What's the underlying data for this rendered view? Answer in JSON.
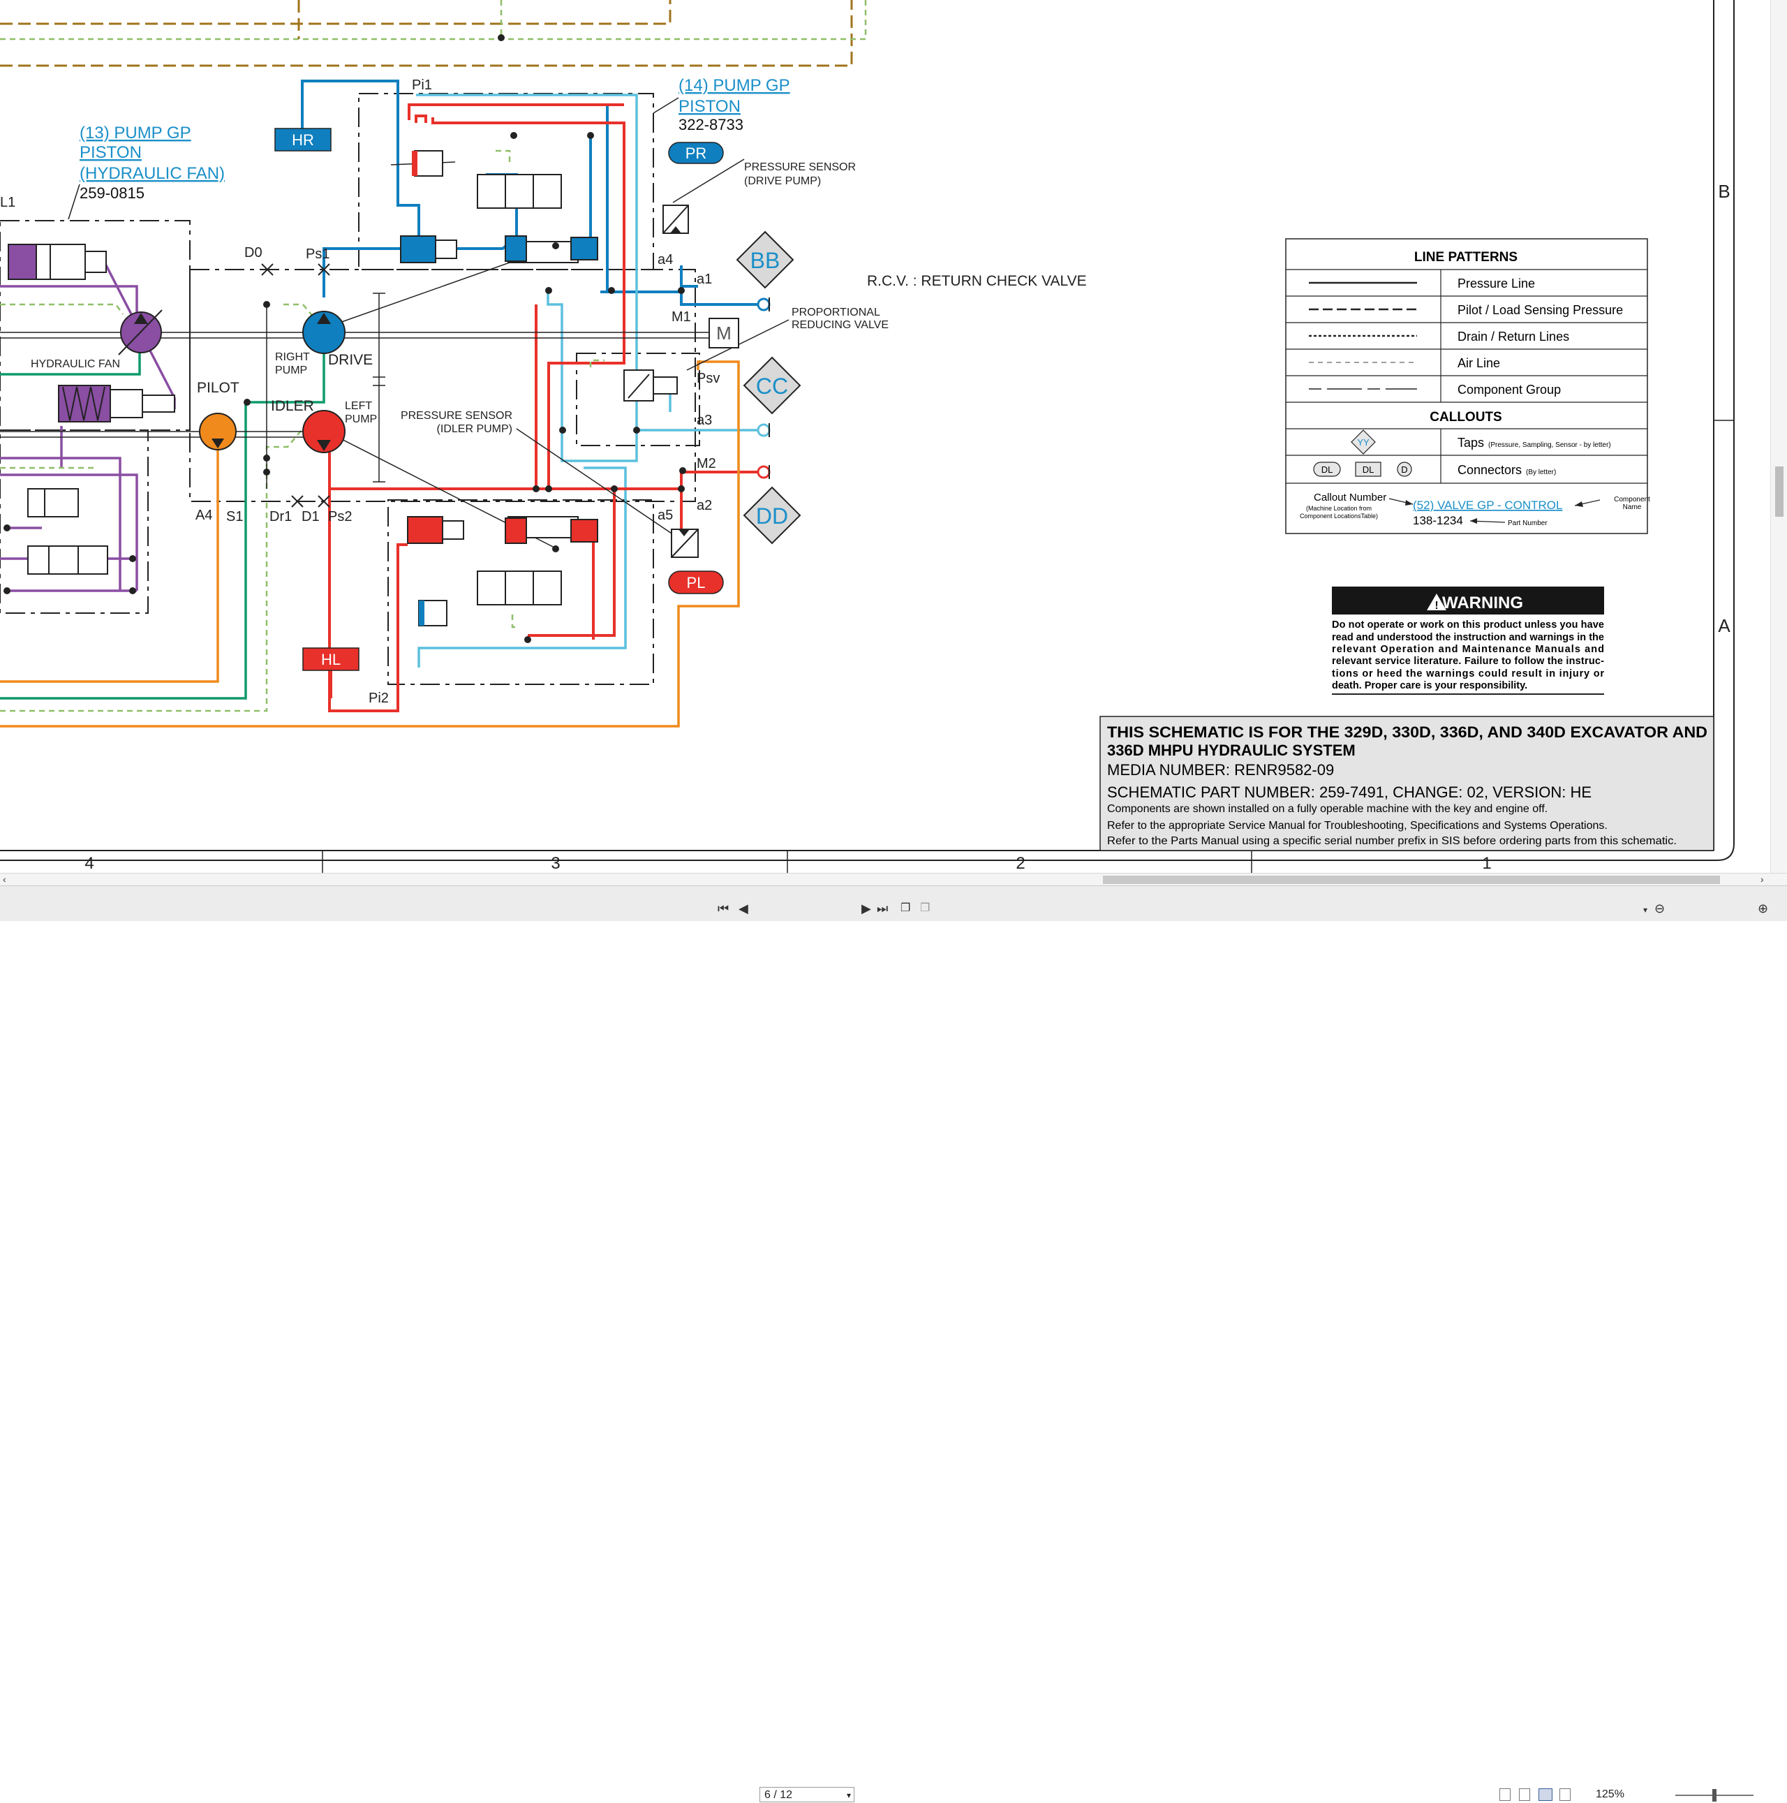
{
  "schematic": {
    "callouts": {
      "pump13": {
        "line1": "(13) PUMP GP",
        "line2": "PISTON",
        "line3": "(HYDRAULIC FAN)",
        "part": "259-0815"
      },
      "pump14": {
        "line1": "(14) PUMP GP",
        "line2": "PISTON",
        "part": "322-8733"
      }
    },
    "labels": {
      "hr": "HR",
      "hl": "HL",
      "pr": "PR",
      "pl": "PL",
      "bb": "BB",
      "cc": "CC",
      "dd": "DD",
      "pi1": "Pi1",
      "pi2": "Pi2",
      "d0": "D0",
      "ps1": "Ps1",
      "ps2": "Ps2",
      "a1": "a1",
      "a2": "a2",
      "a3": "a3",
      "a4": "a4",
      "a5": "a5",
      "m1": "M1",
      "m2": "M2",
      "psv": "Psv",
      "m": "M",
      "a4b": "A4",
      "s1": "S1",
      "dr1": "Dr1",
      "d1": "D1",
      "l1": "L1",
      "drive": "DRIVE",
      "idler": "IDLER",
      "pilot": "PILOT",
      "right_pump_1": "RIGHT",
      "right_pump_2": "PUMP",
      "left_pump_1": "LEFT",
      "left_pump_2": "PUMP",
      "hydraulic_fan": "HYDRAULIC FAN",
      "ps_drive_1": "PRESSURE SENSOR",
      "ps_drive_2": "(DRIVE PUMP)",
      "ps_idler_1": "PRESSURE SENSOR",
      "ps_idler_2": "(IDLER PUMP)",
      "prop_valve_1": "PROPORTIONAL",
      "prop_valve_2": "REDUCING VALVE",
      "rcv": "R.C.V. : RETURN CHECK VALVE"
    },
    "zones": {
      "b": "B",
      "a": "A",
      "col4": "4",
      "col3": "3",
      "col2": "2",
      "col1": "1"
    }
  },
  "legend": {
    "title": "LINE PATTERNS",
    "patterns": [
      {
        "label": "Pressure Line"
      },
      {
        "label": "Pilot / Load Sensing Pressure"
      },
      {
        "label": "Drain / Return Lines"
      },
      {
        "label": "Air Line"
      },
      {
        "label": "Component Group"
      }
    ],
    "callouts_title": "CALLOUTS",
    "taps_label": "Taps",
    "taps_note": "(Pressure, Sampling, Sensor - by letter)",
    "taps_symbol": "YY",
    "connectors_label": "Connectors",
    "connectors_note": "(By letter)",
    "conn_sym1": "DL",
    "conn_sym2": "DL",
    "conn_sym3": "D",
    "callout_number": "Callout Number",
    "callout_number_note1": "(Machine Location from",
    "callout_number_note2": "Component LocationsTable)",
    "example_callout": "(52) VALVE GP - CONTROL",
    "example_part": "138-1234",
    "component_name_1": "Component",
    "component_name_2": "Name",
    "part_number": "Part Number"
  },
  "warning": {
    "title": "WARNING",
    "lines": [
      "Do not operate or work on this product unless you have",
      "read and understood the instruction and warnings in the",
      "relevant Operation and Maintenance Manuals and",
      "relevant service literature. Failure to follow the instruc-",
      "tions or heed the warnings could result in injury or",
      "death. Proper care is your responsibility."
    ]
  },
  "title_block": {
    "heading_1": "THIS SCHEMATIC IS FOR THE 329D, 330D, 336D, AND 340D EXCAVATOR AND",
    "heading_2": "336D MHPU HYDRAULIC SYSTEM",
    "media_number": "MEDIA NUMBER: RENR9582-09",
    "part_number": "SCHEMATIC PART NUMBER: 259-7491, CHANGE: 02, VERSION: HE",
    "note_1": "Components are shown installed on a fully operable machine with the key and engine off.",
    "note_2": "Refer to the appropriate Service Manual for Troubleshooting, Specifications and Systems Operations.",
    "note_3": "Refer to the Parts Manual using a specific serial number prefix in SIS before ordering parts from this schematic."
  },
  "viewer": {
    "page_indicator": "6 / 12",
    "zoom": "125%"
  },
  "colors": {
    "pressure_blue": "#0f7fbf",
    "light_blue": "#5bc0de",
    "red": "#e8312a",
    "purple": "#8a4ea3",
    "green": "#0f9a6b",
    "orange": "#f08a1c",
    "brown": "#a0741c",
    "air_green": "#8fbf68",
    "callout_link": "#1a8fc9"
  }
}
